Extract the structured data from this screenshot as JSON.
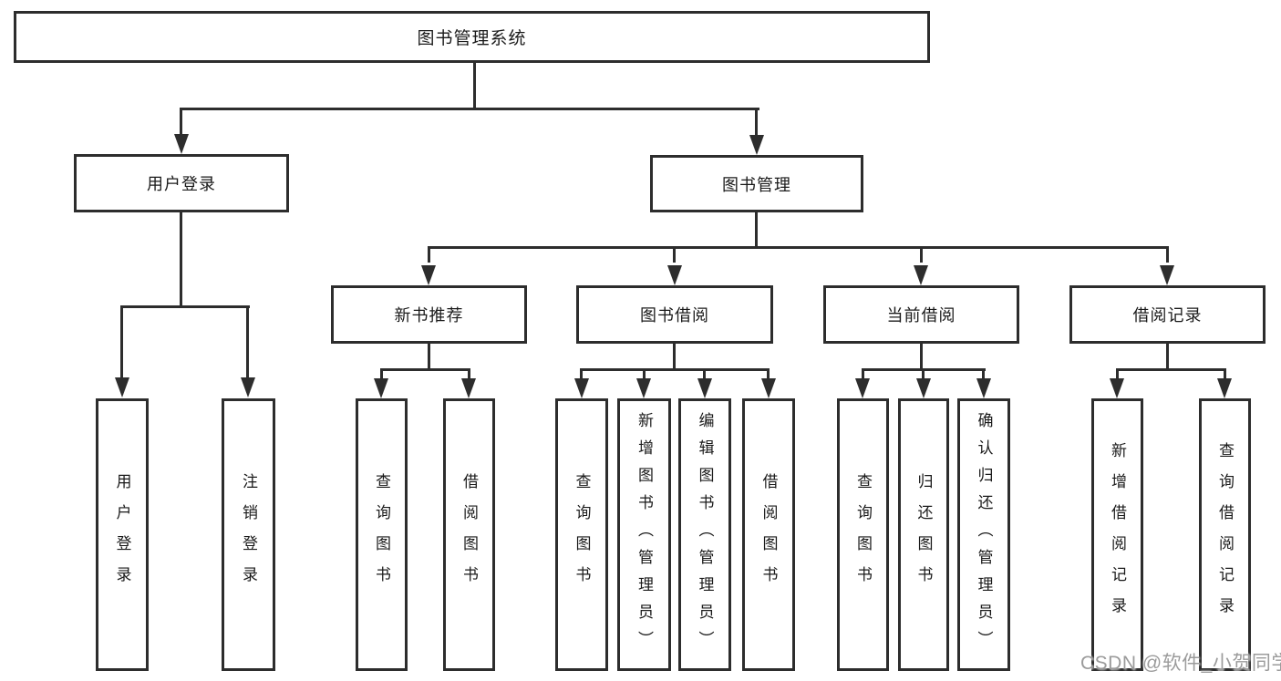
{
  "title": "图书管理系统",
  "branches": {
    "user": {
      "label": "用户登录",
      "children": [
        "用户登录",
        "注销登录"
      ]
    },
    "books": {
      "label": "图书管理",
      "modules": [
        {
          "label": "新书推荐",
          "children": [
            "查询图书",
            "借阅图书"
          ]
        },
        {
          "label": "图书借阅",
          "children": [
            "查询图书",
            "新增图书（管理员）",
            "编辑图书（管理员）",
            "借阅图书"
          ]
        },
        {
          "label": "当前借阅",
          "children": [
            "查询图书",
            "归还图书",
            "确认归还（管理员）"
          ]
        },
        {
          "label": "借阅记录",
          "children": [
            "新增借阅记录",
            "查询借阅记录"
          ]
        }
      ]
    }
  },
  "watermark": "CSDN @软件_小贺同学",
  "colors": {
    "line": "#2d2d2d",
    "text": "#1a1a1a",
    "watermark": "#9b9b9b",
    "background": "#ffffff"
  }
}
